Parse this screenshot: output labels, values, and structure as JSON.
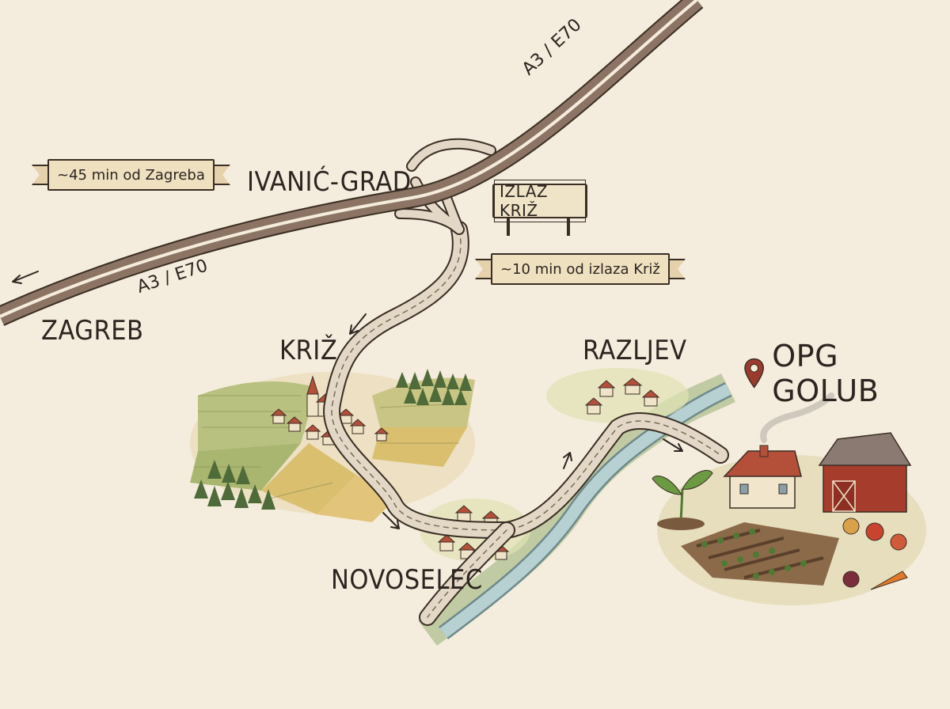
{
  "map": {
    "places": {
      "zagreb": "ZAGREB",
      "ivanic_grad": "IVANIĆ-GRAD",
      "kriz": "KRIŽ",
      "razljev": "RAZLJEV",
      "novoselec": "NOVOSELEC"
    },
    "highway": {
      "label_upper": "A3 / E70",
      "label_lower": "A3 / E70"
    },
    "exit_sign": "IZLAZ KRIŽ",
    "banners": {
      "from_zagreb": "~45 min od Zagreba",
      "from_exit": "~10 min od izlaza Križ"
    },
    "destination": {
      "name": "OPG GOLUB",
      "icon": "map-pin-icon",
      "color": "#9a3b2e"
    },
    "colors": {
      "paper": "#f4ecdc",
      "highway": "#8c7464",
      "road": "#d9cdbb",
      "river": "#a8c6c7",
      "field_green": "#b7bf7a",
      "field_yellow": "#d9bf6e",
      "roof": "#b4503a",
      "barn": "#a63c2c",
      "forest": "#4f6b3a"
    }
  }
}
